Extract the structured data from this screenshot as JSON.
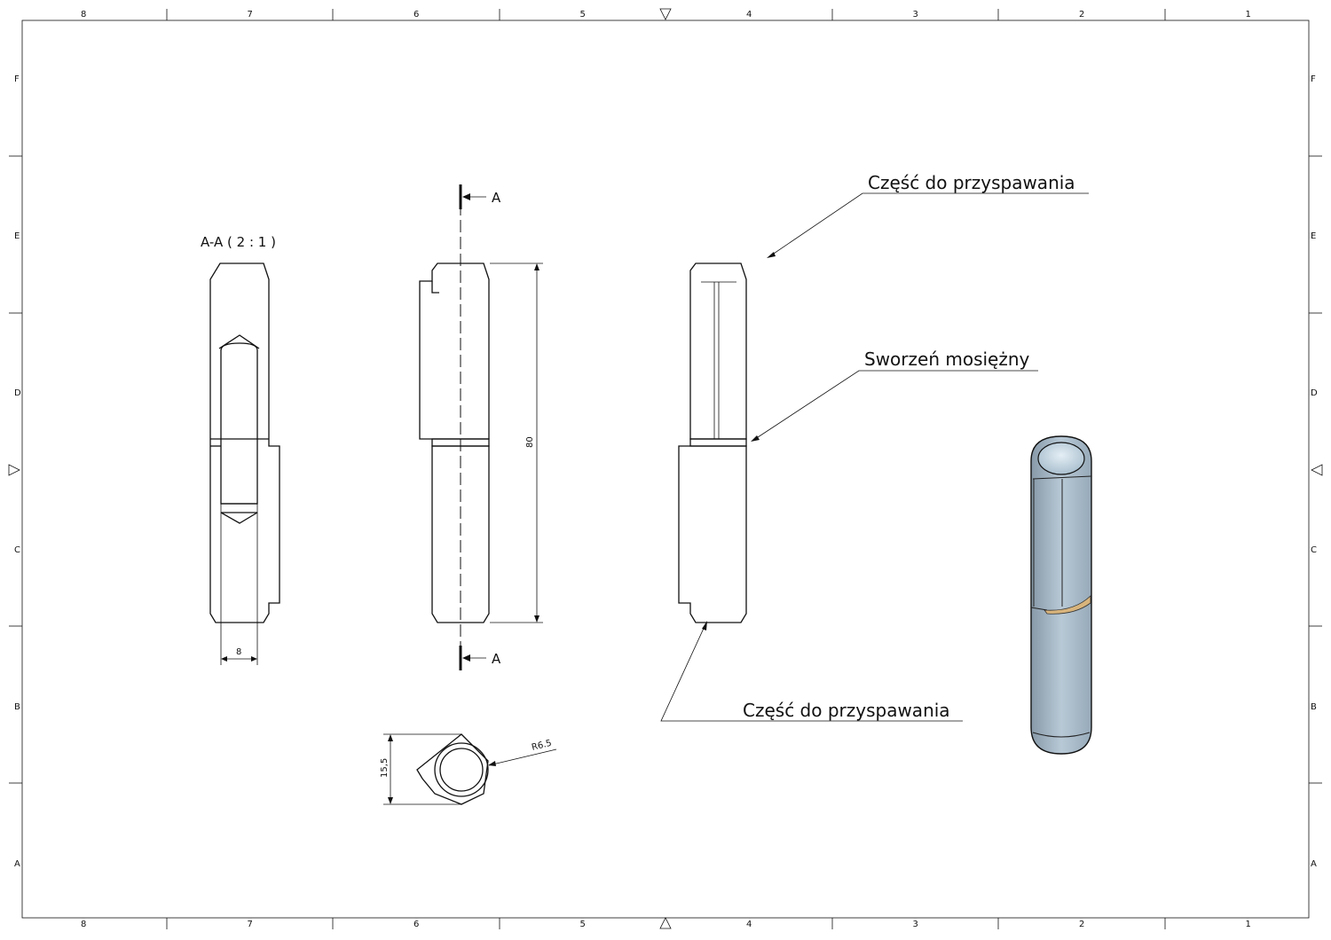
{
  "frame": {
    "columns": [
      "8",
      "7",
      "6",
      "5",
      "4",
      "3",
      "2",
      "1"
    ],
    "rows": [
      "F",
      "E",
      "D",
      "C",
      "B",
      "A"
    ]
  },
  "section_view": {
    "title": "A-A ( 2 : 1 )",
    "dim_width": "8"
  },
  "front_view": {
    "section_marker_top": "A",
    "section_marker_bottom": "A",
    "dim_length": "80"
  },
  "top_view": {
    "dim_height": "15,5",
    "dim_radius": "R6.5"
  },
  "callouts": {
    "weld_part_top": "Część do przyspawania",
    "brass_pin": "Sworzeń mosiężny",
    "weld_part_bottom": "Część do przyspawania"
  },
  "colors": {
    "steel": "#a9bccb",
    "brass": "#d8b47c"
  }
}
